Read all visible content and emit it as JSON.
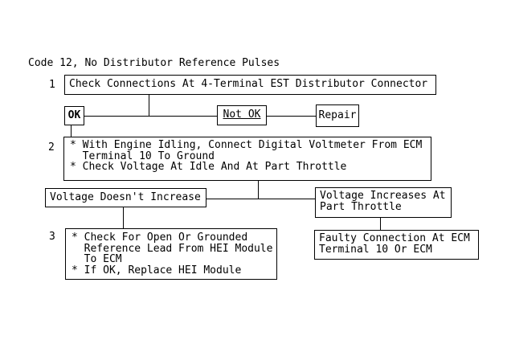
{
  "page": {
    "background_color": "#ffffff",
    "line_color": "#000000",
    "text_color": "#000000"
  },
  "title": "Code 12, No Distributor Reference Pulses",
  "flowchart": {
    "step1": {
      "number": "1",
      "text": "Check Connections At 4-Terminal EST Distributor Connector"
    },
    "decision": {
      "ok_label": "OK",
      "not_ok_label": "Not OK",
      "repair_label": "Repair"
    },
    "step2": {
      "number": "2",
      "text": "* With Engine Idling, Connect Digital Voltmeter From ECM\n  Terminal 10 To Ground\n* Check Voltage At Idle And At Part Throttle"
    },
    "branch_left": {
      "text": "Voltage Doesn't Increase"
    },
    "branch_right": {
      "text": "Voltage Increases At\nPart Throttle"
    },
    "step3": {
      "number": "3",
      "text": "* Check For Open Or Grounded\n  Reference Lead From HEI Module\n  To ECM\n* If OK, Replace HEI Module"
    },
    "result_right": {
      "text": "Faulty Connection At ECM\nTerminal 10 Or ECM"
    }
  }
}
